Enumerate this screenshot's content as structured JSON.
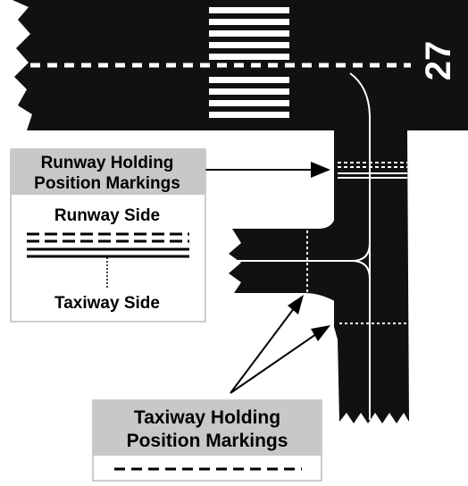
{
  "runway": {
    "number": "27"
  },
  "runway_callout": {
    "line1": "Runway Holding",
    "line2": "Position Markings",
    "runway_side": "Runway Side",
    "taxiway_side": "Taxiway Side"
  },
  "taxiway_callout": {
    "line1": "Taxiway Holding",
    "line2": "Position Markings"
  },
  "colors": {
    "pavement": "#111111",
    "marking": "#ffffff",
    "label_box": "#c8c8c8",
    "ink": "#000000"
  }
}
